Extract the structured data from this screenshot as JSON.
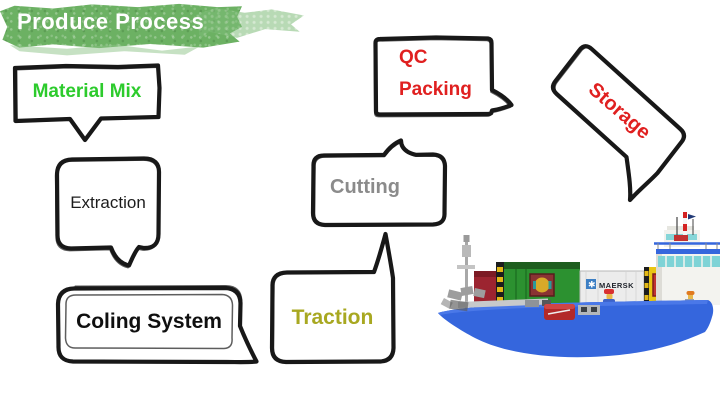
{
  "slide": {
    "background_color": "#ffffff"
  },
  "title": {
    "text": "Produce Process",
    "text_color": "#ffffff",
    "brush_color": "#6cb163"
  },
  "process_steps": [
    {
      "name": "material-mix",
      "label": "Material Mix",
      "text_color": "#2dcb2d",
      "tail_direction": "down"
    },
    {
      "name": "extraction",
      "label": "Extraction",
      "text_color": "#1c1c1c",
      "tail_direction": "down"
    },
    {
      "name": "coling-system",
      "label": "Coling System",
      "text_color": "#0f0f0f",
      "tail_direction": "down-right"
    },
    {
      "name": "traction",
      "label": "Traction",
      "text_color": "#a8a821",
      "tail_direction": "up"
    },
    {
      "name": "cutting",
      "label": "Cutting",
      "text_color": "#8b8b8b",
      "tail_direction": "up"
    },
    {
      "name": "qc-packing",
      "label_line1": "QC",
      "label_line2": "Packing",
      "text_color": "#e02020",
      "tail_direction": "right"
    },
    {
      "name": "storage",
      "label": "Storage",
      "text_color": "#e02020",
      "rotation_deg": 41,
      "tail_direction": "down"
    }
  ],
  "ship_image": {
    "maersk_label": "MAERSK",
    "hull_color": "#3566dd"
  }
}
